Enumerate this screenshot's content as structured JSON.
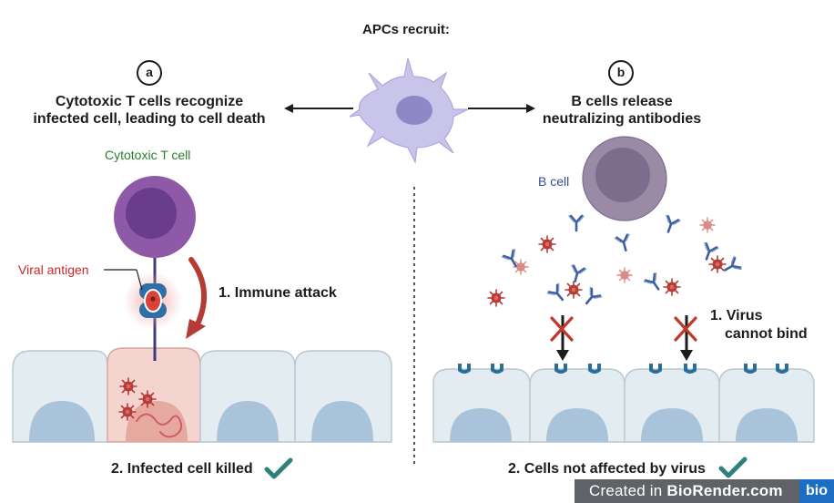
{
  "header": {
    "title": "APCs recruit:"
  },
  "panel_a": {
    "badge": "a",
    "title_line1": "Cytotoxic T cells recognize",
    "title_line2": "infected cell, leading to cell death",
    "tcell_label": "Cytotoxic T cell",
    "antigen_label": "Viral antigen",
    "step1": "1. Immune attack",
    "step2": "2. Infected cell killed"
  },
  "panel_b": {
    "badge": "b",
    "title_line1": "B cells release",
    "title_line2": "neutralizing antibodies",
    "bcell_label": "B cell",
    "step1_line1": "1. Virus",
    "step1_line2": "cannot bind",
    "step2": "2. Cells not affected by virus"
  },
  "watermark": {
    "created_in": "Created in",
    "brand": "BioRender.com",
    "logo": "bio"
  },
  "colors": {
    "tcell_label": "#2e7d32",
    "antigen_label": "#c62828",
    "bcell_label": "#2f4f8f",
    "check": "#2f7f7a",
    "cell_fill": "#e3ecf1",
    "infected_fill": "#f3d4cf",
    "tcell": "#8e5aa8",
    "bcell": "#9a8aa6",
    "apc": "#c8c4ea",
    "virus": "#b63a35",
    "antibody": "#3f5f9f",
    "receptor": "#2a6f9a"
  }
}
